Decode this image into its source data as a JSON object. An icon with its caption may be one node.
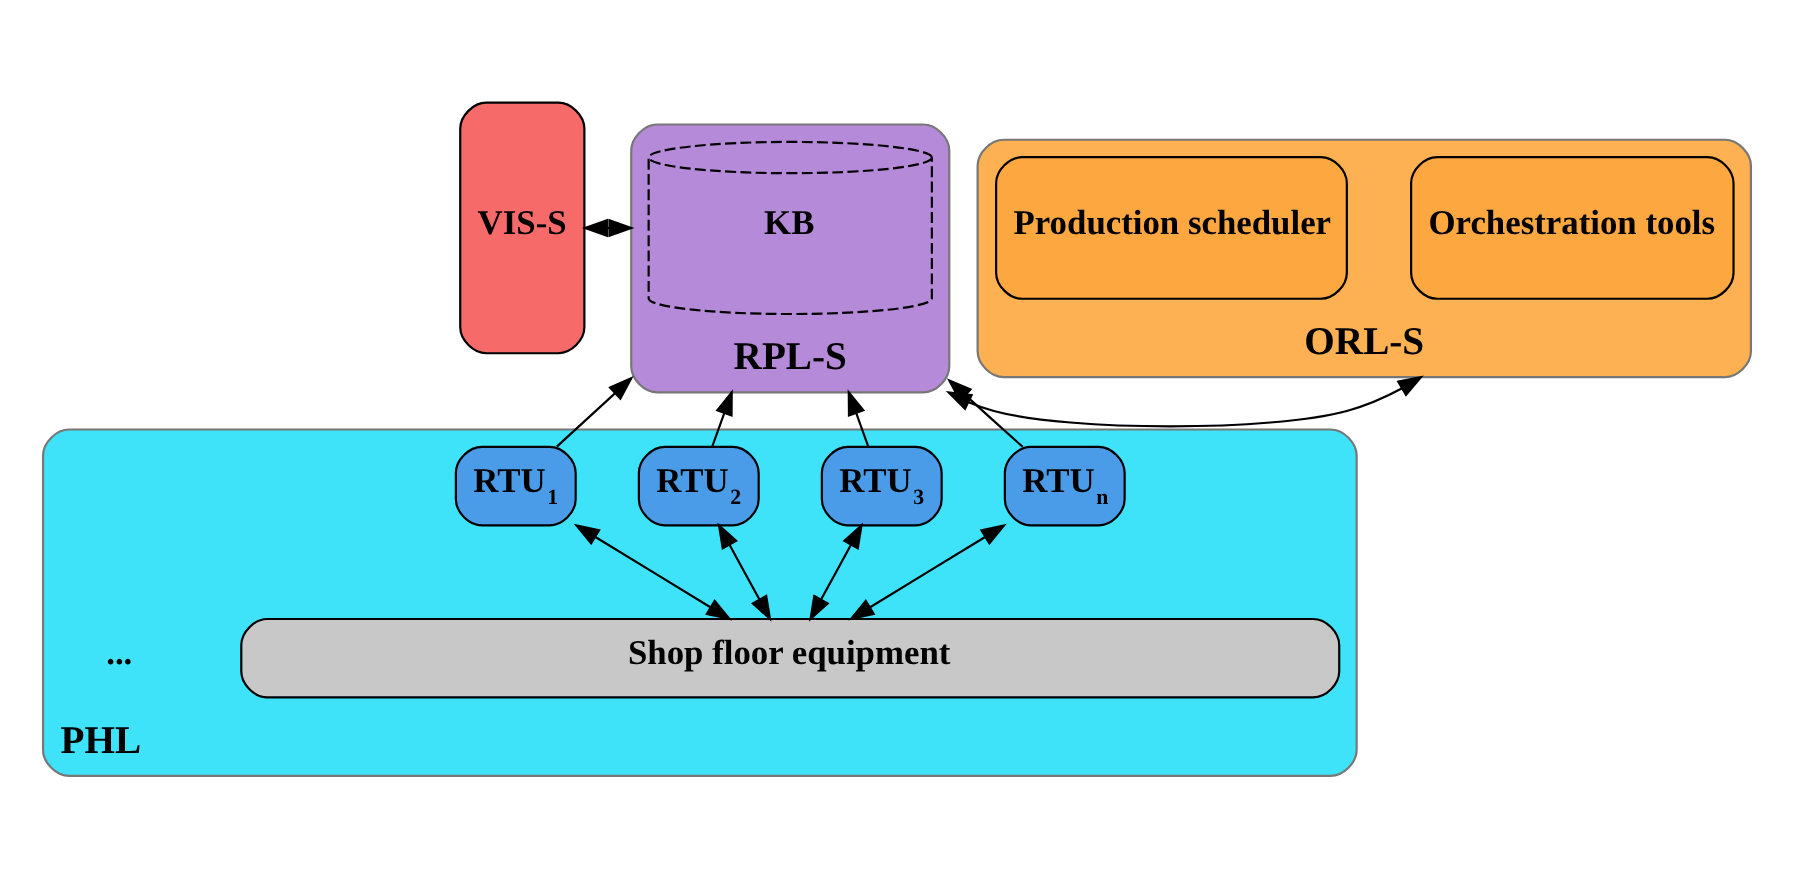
{
  "diagram": {
    "nodes": [
      {
        "text": [
          "VIS-S"
        ]
      },
      {
        "text": [
          "RPL-S"
        ]
      },
      {
        "text": [
          "KB"
        ],
        "in": 1
      },
      {
        "text": [
          "ORL-S"
        ]
      },
      {
        "text": [
          "Orchestration tools"
        ],
        "in": 3
      },
      {
        "text": [
          "Production scheduler"
        ],
        "in": 3
      },
      {
        "text": [
          "PHL"
        ]
      },
      {
        "text": [
          "RTU$_{1}$"
        ],
        "in": 6
      },
      {
        "text": [
          "RTU$_{2}$"
        ],
        "in": 6
      },
      {
        "text": [
          "RTU$_{3}$"
        ],
        "in": 6
      },
      {
        "text": [
          "RTU$_{n}$"
        ],
        "in": 6
      },
      {
        "text": [
          "Shop floor equipment"
        ],
        "in": 6
      }
    ],
    "edges": [
      {
        "from": 0,
        "to": 1,
        "arrow": "both"
      },
      {
        "from": 1,
        "to": 3,
        "arrow": "both"
      },
      {
        "from": 7,
        "to": 1,
        "arrow": "to"
      },
      {
        "from": 8,
        "to": 1,
        "arrow": "to"
      },
      {
        "from": 9,
        "to": 1,
        "arrow": "to"
      },
      {
        "from": 10,
        "to": 1,
        "arrow": "to"
      },
      {
        "from": 11,
        "to": 7,
        "arrow": "both"
      },
      {
        "from": 11,
        "to": 8,
        "arrow": "both"
      },
      {
        "from": 11,
        "to": 9,
        "arrow": "both"
      },
      {
        "from": 11,
        "to": 10,
        "arrow": "both"
      }
    ],
    "labels": [
      "..."
    ]
  }
}
